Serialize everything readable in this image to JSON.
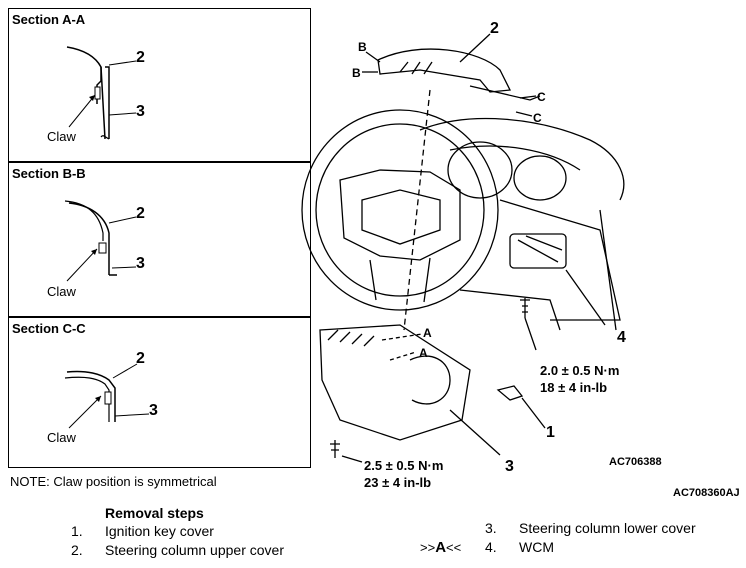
{
  "sections": [
    {
      "title": "Section A-A",
      "claw": "Claw",
      "upper": "2",
      "lower": "3"
    },
    {
      "title": "Section B-B",
      "claw": "Claw",
      "upper": "2",
      "lower": "3"
    },
    {
      "title": "Section C-C",
      "claw": "Claw",
      "upper": "2",
      "lower": "3"
    }
  ],
  "note": "NOTE: Claw position is symmetrical",
  "callouts": {
    "n1": "1",
    "n2": "2",
    "n3": "3",
    "n4": "4",
    "secB1": "B",
    "secB2": "B",
    "secC1": "C",
    "secC2": "C",
    "secA1": "A",
    "secA2": "A"
  },
  "torque_upper": {
    "line1": "2.0 ± 0.5 N·m",
    "line2": "18 ± 4 in-lb"
  },
  "torque_lower": {
    "line1": "2.5 ± 0.5 N·m",
    "line2": "23 ± 4 in-lb"
  },
  "codes": {
    "inner": "AC706388",
    "outer": "AC708360AJ"
  },
  "removal": {
    "title": "Removal steps",
    "steps": [
      {
        "n": "1.",
        "t": "Ignition key cover"
      },
      {
        "n": "2.",
        "t": "Steering column upper cover"
      },
      {
        "n": "3.",
        "t": "Steering column lower cover"
      },
      {
        "n": "4.",
        "t": "WCM"
      }
    ],
    "ref_prefix": ">>",
    "ref_letter": "A",
    "ref_suffix": "<<"
  }
}
